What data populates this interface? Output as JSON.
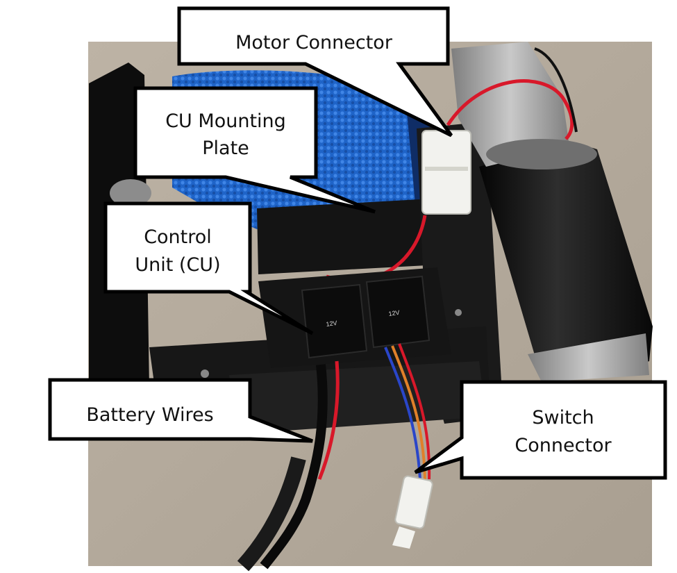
{
  "figure": {
    "callouts": [
      {
        "id": "motor-connector",
        "lines": [
          "Motor Connector"
        ]
      },
      {
        "id": "cu-mounting-plate",
        "lines": [
          "CU Mounting",
          "Plate"
        ]
      },
      {
        "id": "control-unit",
        "lines": [
          "Control",
          "Unit (CU)"
        ]
      },
      {
        "id": "battery-wires",
        "lines": [
          "Battery Wires"
        ]
      },
      {
        "id": "switch-connector",
        "lines": [
          "Switch",
          "Connector"
        ]
      }
    ],
    "relay_markings": [
      "12V",
      "12V"
    ],
    "colors": {
      "rope_blue": "#1f64c8",
      "wire_red": "#d8182a",
      "wire_blue": "#2a46c9",
      "wire_orange": "#e0802a",
      "housing_black": "#151515",
      "motor_black": "#121212",
      "metal_gray": "#9a9a9a",
      "connector_white": "#f2f2ee",
      "concrete": "#b4aa9c",
      "callout_border": "#000000",
      "callout_fill": "#ffffff"
    }
  }
}
